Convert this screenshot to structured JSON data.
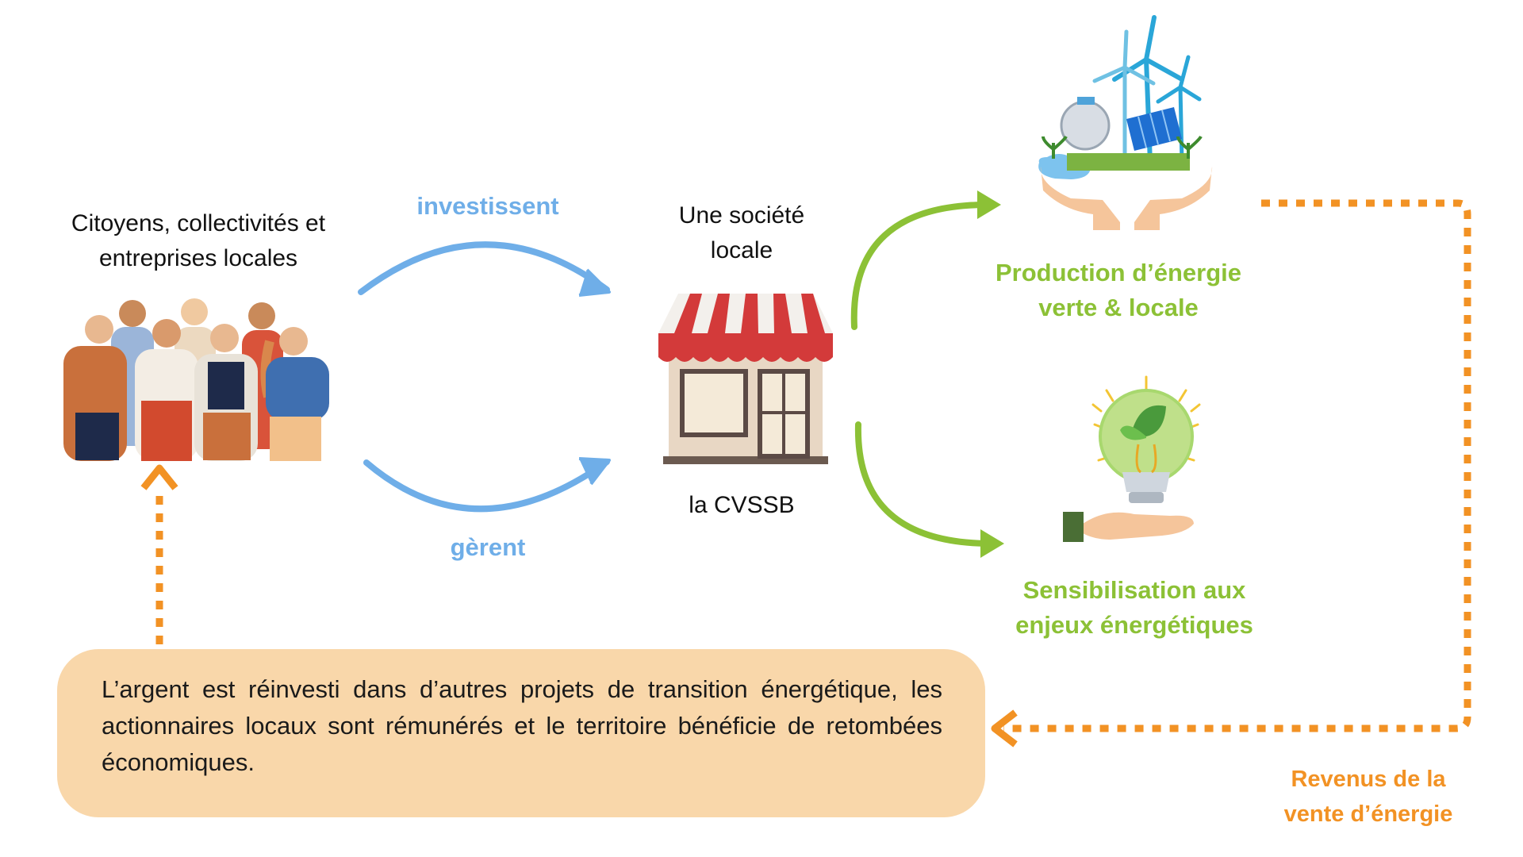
{
  "nodes": {
    "citizens": {
      "line1": "Citoyens, collectivités et",
      "line2": "entreprises locales"
    },
    "company": {
      "line1": "Une société",
      "line2": "locale",
      "name": "la CVSSB"
    },
    "production": {
      "line1": "Production d’énergie",
      "line2": "verte & locale"
    },
    "awareness": {
      "line1": "Sensibilisation aux",
      "line2": "enjeux énergétiques"
    },
    "revenue": {
      "line1": "Revenus de la",
      "line2": "vente d’énergie"
    }
  },
  "edges": {
    "invest": "investissent",
    "manage": "gèrent"
  },
  "summary": "L’argent est réinvesti dans d’autres projets de transition énergétique, les actionnaires locaux sont rémunérés et le territoire bénéficie de retombées économiques.",
  "colors": {
    "blue": "#6faee8",
    "green": "#8cc136",
    "orange": "#f29224",
    "box": "#f9d7aa"
  }
}
